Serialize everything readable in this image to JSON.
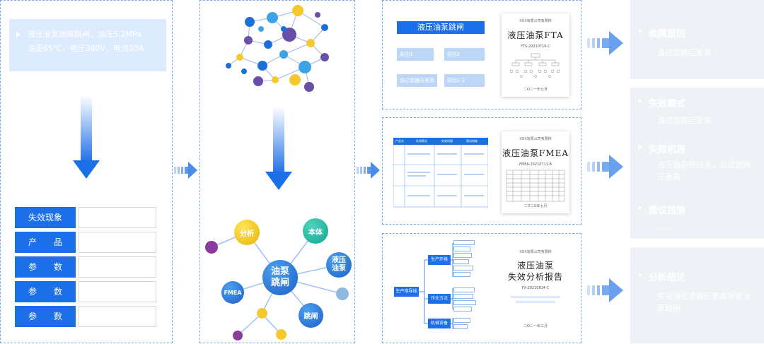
{
  "input": {
    "line1": "液压油泵故障跳闸，油压5.2MPa",
    "line2": "油温65℃，电压380V，电流10A"
  },
  "fields": [
    {
      "label": "失效现象"
    },
    {
      "label": "产　　品"
    },
    {
      "label": "参　　数"
    },
    {
      "label": "参　　数"
    },
    {
      "label": "参　　数"
    }
  ],
  "graph": {
    "center": "油泵跳闸",
    "nodes": [
      "分析",
      "本体",
      "液压油泵",
      "FMEA",
      "跳闸"
    ]
  },
  "fta": {
    "title": "液压油泵跳闸",
    "causes": [
      "原因1",
      "原因2",
      "油过滤器压差高",
      "原因1-2"
    ],
    "doc": {
      "org": "XXX有限公司有限称",
      "title": "液压油泵FTA",
      "code": "FTS-20210716-C",
      "date": "二O二一年七月"
    }
  },
  "fmea": {
    "headers": [
      "产品名",
      "失效模式",
      "失效机理",
      "建议措施"
    ],
    "doc": {
      "org": "XXX有限公司有限称",
      "title": "液压油泵FMEA",
      "code": "FMEA-20210711-B",
      "date": "二O二O年七月"
    }
  },
  "report": {
    "root": "生产指导线",
    "branches": [
      "生产环境",
      "作业方法",
      "机械设备"
    ],
    "doc": {
      "org": "XXX有限公司有限称",
      "title1": "液压油泵",
      "title2": "失效分析报告",
      "code": "FX-20210814-C",
      "date": "二O二一年三月"
    }
  },
  "results": {
    "cause_head": "故障原因",
    "cause_text": "油过滤器压差高",
    "mode_head": "失效模式",
    "mode_text": "油过滤器压差高",
    "mech_head": "失效机理",
    "mech_text": "液压油杂质过多，造成滤网压差高",
    "advice_head": "建议措施",
    "advice_text": "……",
    "concl_head": "分析结论",
    "concl_text": "失效油过滤器压差高导致油泵跳闸"
  },
  "colors": {
    "accent": "#1b6fe8",
    "panel": "#eef1f6",
    "light": "#dcebfd"
  }
}
